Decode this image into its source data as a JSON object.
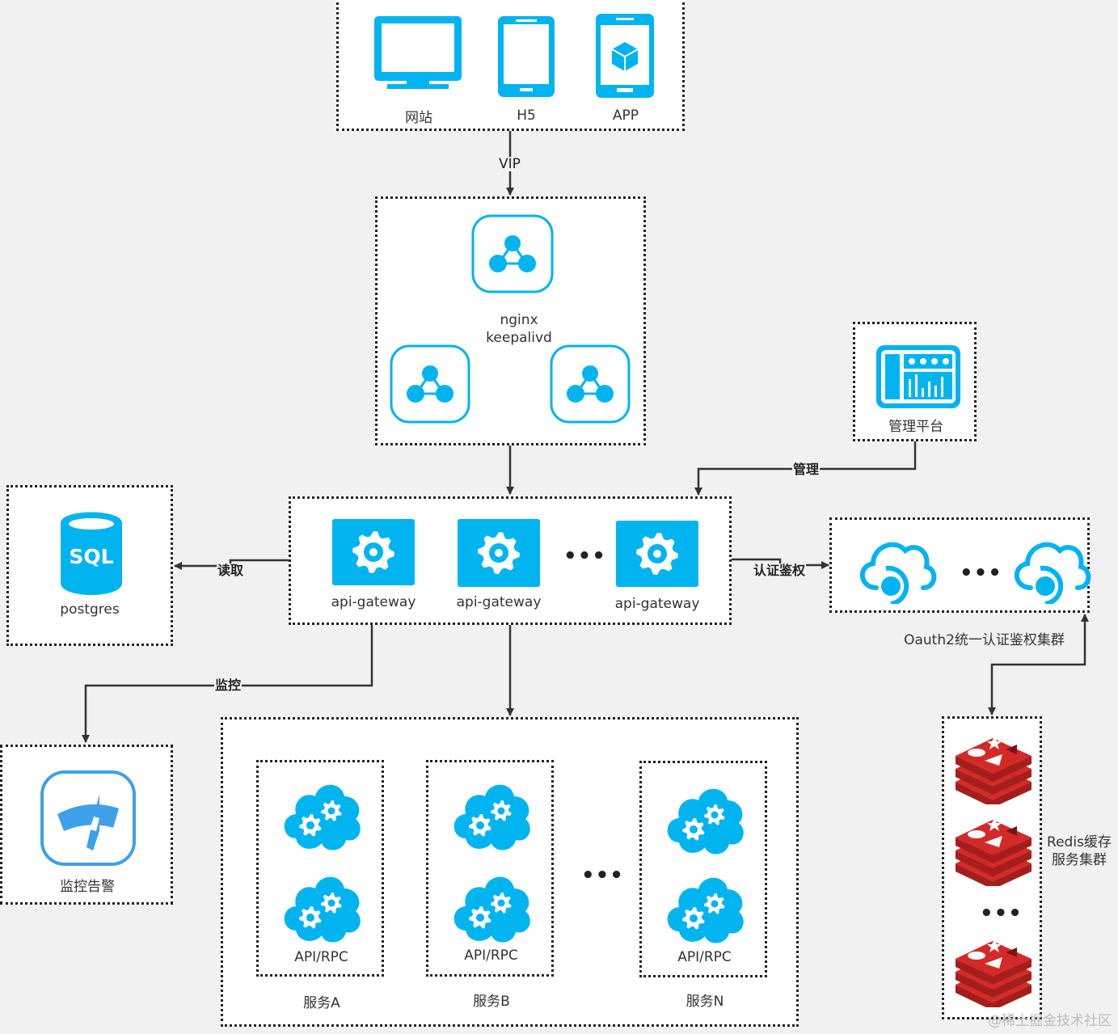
{
  "clients": {
    "items": [
      {
        "label": "网站",
        "icon": "monitor-icon"
      },
      {
        "label": "H5",
        "icon": "smartphone-icon"
      },
      {
        "label": "APP",
        "icon": "mobile-app-icon"
      }
    ]
  },
  "edges": {
    "vip": "VIP",
    "manage": "管理",
    "read": "读取",
    "auth": "认证鉴权",
    "monitor": "监控"
  },
  "nginx": {
    "line1": "nginx",
    "line2": "keepalivd",
    "node_icon": "cluster-node-icon"
  },
  "admin": {
    "label": "管理平台",
    "icon": "dashboard-icon"
  },
  "gateway": {
    "items": [
      {
        "label": "api-gateway"
      },
      {
        "label": "api-gateway"
      },
      {
        "label": "api-gateway"
      }
    ],
    "ellipsis": "•••"
  },
  "postgres": {
    "label": "postgres",
    "icon_text": "SQL"
  },
  "oauth": {
    "label": "Oauth2统一认证鉴权集群",
    "ellipsis": "•••"
  },
  "monitoring": {
    "label": "监控告警",
    "icon": "gauge-icon"
  },
  "services": {
    "groups": [
      {
        "caption": "API/RPC",
        "name": "服务A"
      },
      {
        "caption": "API/RPC",
        "name": "服务B"
      },
      {
        "caption": "API/RPC",
        "name": "服务N"
      }
    ],
    "ellipsis": "•••"
  },
  "redis": {
    "line1": "Redis缓存",
    "line2": "服务集群",
    "ellipsis": "•••"
  },
  "watermark": "@稀土掘金技术社区",
  "colors": {
    "accent": "#00b4f0",
    "redis": "#d42a27",
    "line": "#333333"
  }
}
